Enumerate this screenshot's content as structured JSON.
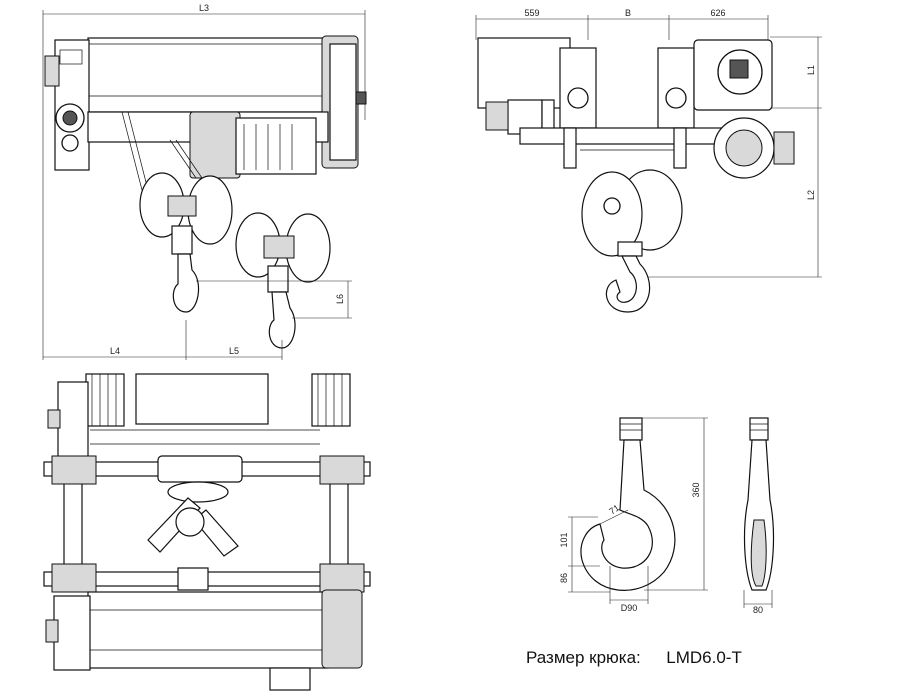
{
  "caption": {
    "label": "Размер крюка:",
    "model": "LMD6.0-T"
  },
  "side_view": {
    "dims": {
      "l3": "L3",
      "l4": "L4",
      "l5": "L5",
      "l6": "L6"
    }
  },
  "end_view": {
    "dims": {
      "left": "559",
      "middle": "B",
      "right": "626",
      "l1": "L1",
      "l2": "L2"
    }
  },
  "hook_detail": {
    "dims": {
      "height": "360",
      "throat": "71",
      "upper": "101",
      "lower": "86",
      "d90": "D90",
      "width": "80"
    }
  }
}
